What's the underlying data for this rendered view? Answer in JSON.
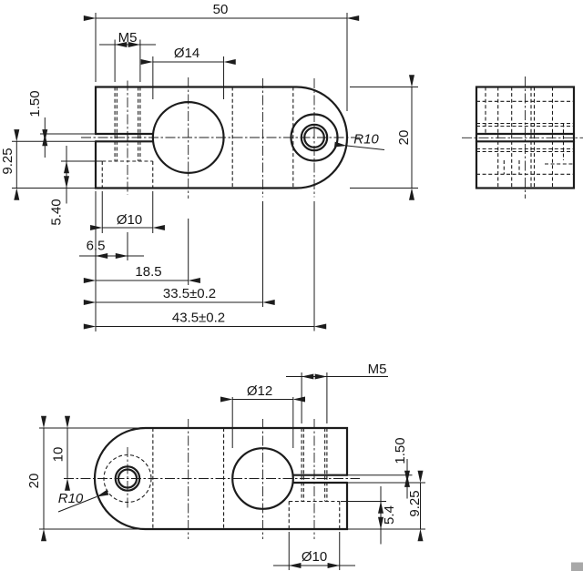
{
  "drawing": {
    "type": "mechanical-part-2d-drawing",
    "part": "cross clamp block",
    "colors": {
      "line": "#1c1c1c",
      "background": "#ffffff",
      "corner_marker": "#a8a8a8"
    },
    "top_view": {
      "length": "50",
      "thread": "M5",
      "bore_dia": "Ø14",
      "slit": "1.50",
      "leg": "9.25",
      "cbore_depth": "5.40",
      "cbore_dia": "Ø10",
      "screw_offset": "6.5",
      "bore_pos": "18.5",
      "bore2_pos": "33.5±0.2",
      "screw_pos": "43.5±0.2",
      "radius": "R10",
      "width": "20"
    },
    "bottom_view": {
      "bore_dia": "Ø12",
      "thread": "M5",
      "hole_offset": "10",
      "width": "20",
      "radius": "R10",
      "slit": "1.50",
      "leg": "9.25",
      "cbore_depth": "5.4",
      "cbore_dia": "Ø10"
    }
  }
}
